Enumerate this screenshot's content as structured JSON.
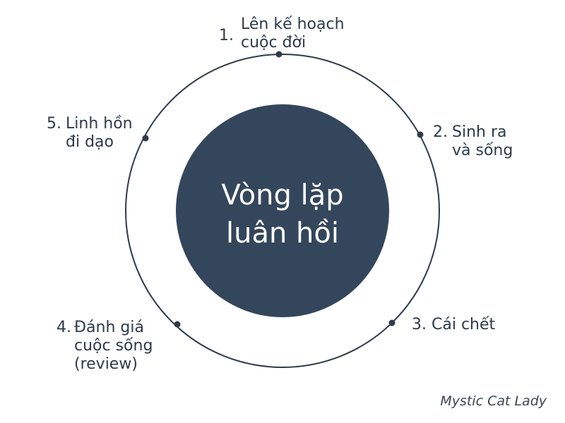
{
  "center": {
    "line1": "Vòng lặp",
    "line2": "luân hồi"
  },
  "steps": [
    {
      "num": "1.",
      "lines": [
        "Lên kế hoạch",
        "cuộc đời"
      ]
    },
    {
      "num": "2.",
      "lines": [
        "Sinh ra",
        "và sống"
      ]
    },
    {
      "num": "3.",
      "lines": [
        "Cái chết"
      ]
    },
    {
      "num": "4.",
      "lines": [
        "Đánh giá",
        "cuộc sống",
        "(review)"
      ]
    },
    {
      "num": "5.",
      "lines": [
        "Linh hồn",
        "đi dạo"
      ]
    }
  ],
  "watermark": "Mystic Cat Lady",
  "colors": {
    "center_fill": "#34465b",
    "ring": "#2f3a4a",
    "text": "#2f3a4a"
  }
}
